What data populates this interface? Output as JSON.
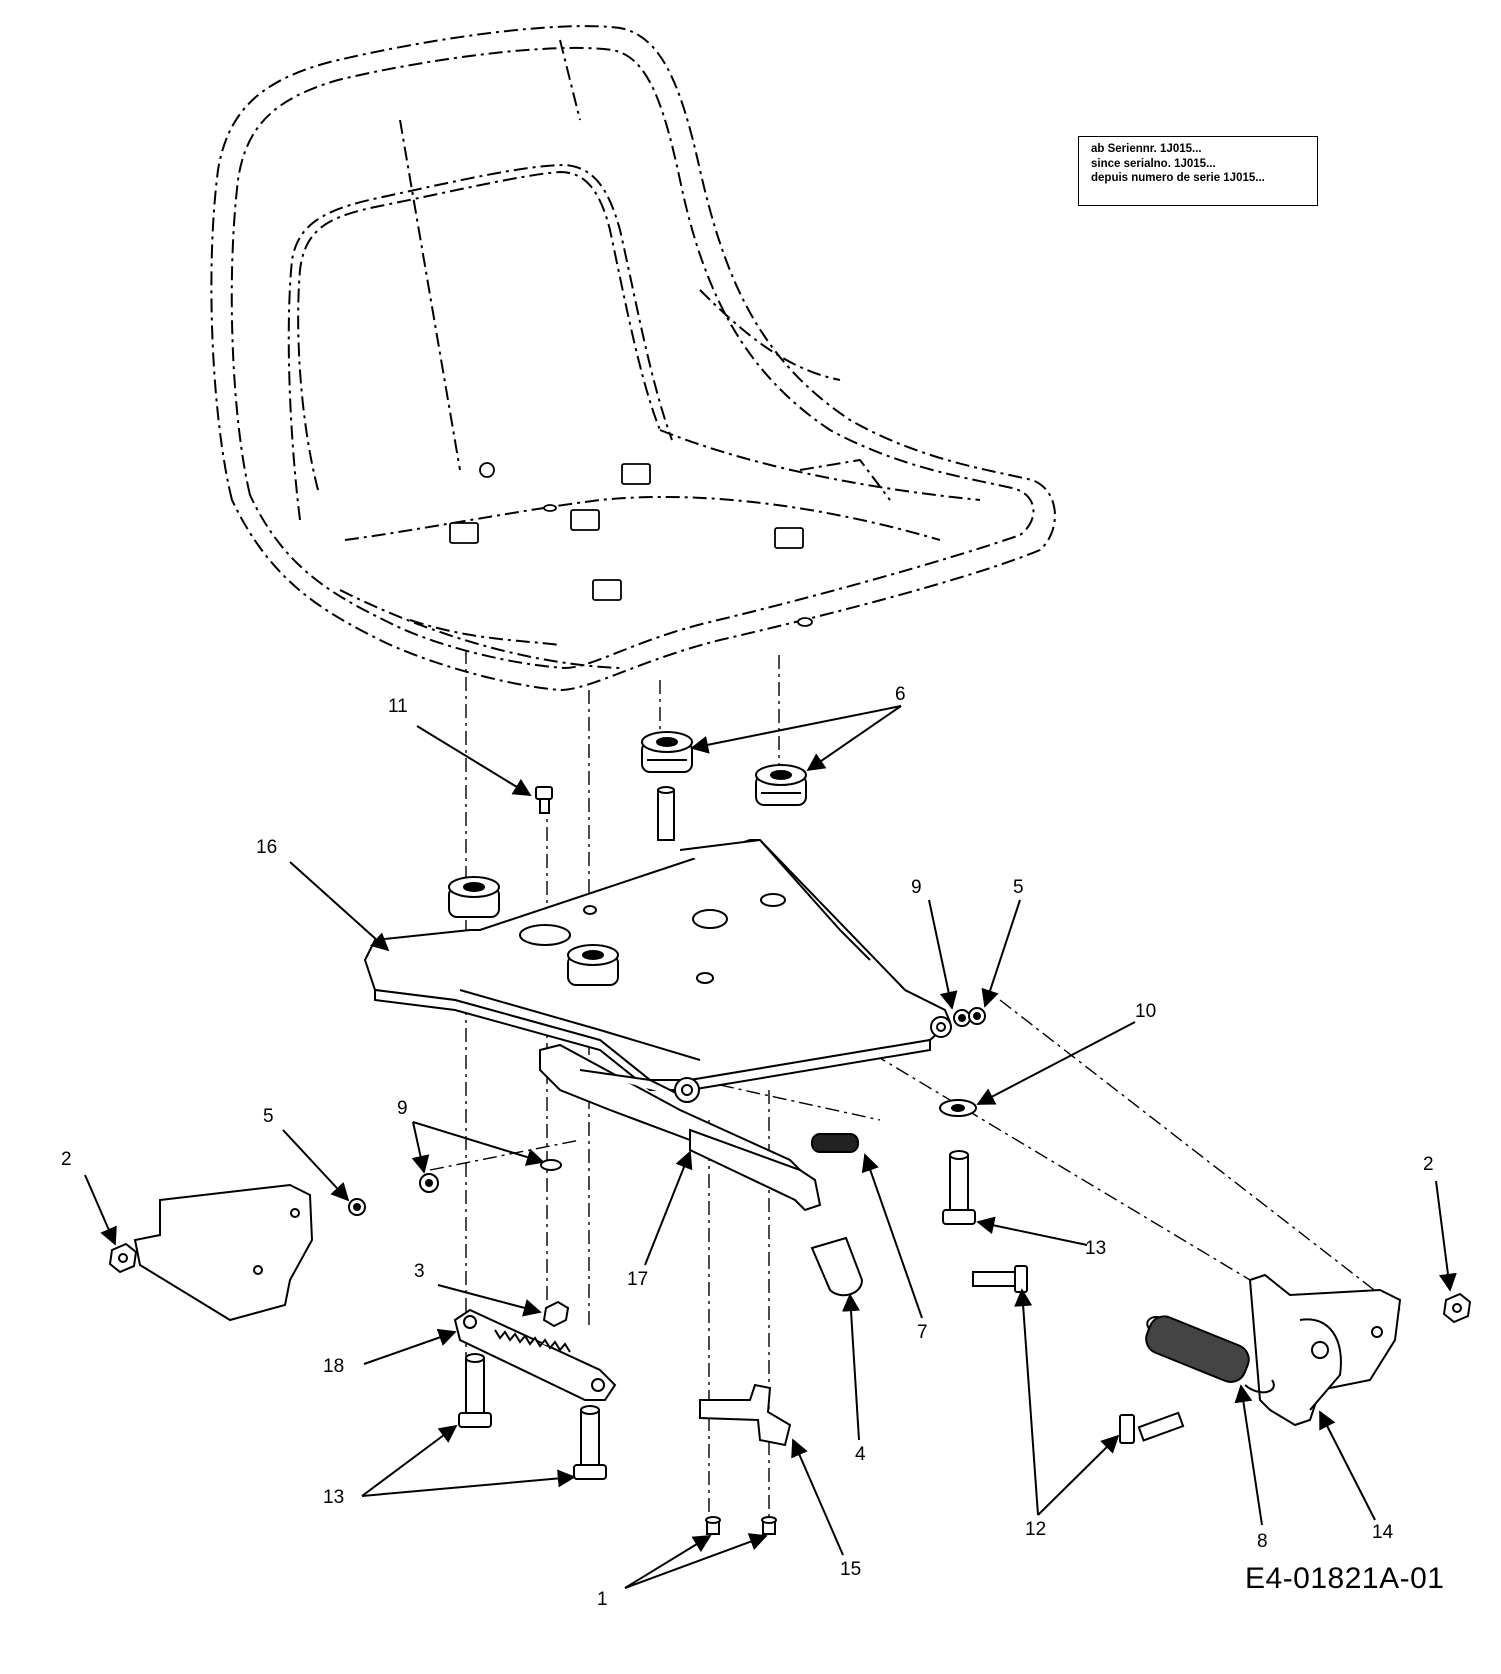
{
  "note": {
    "line1": "ab Seriennr. 1J015...",
    "line2": "since serialno. 1J015...",
    "line3": "depuis numero de serie 1J015..."
  },
  "drawing_number": "E4-01821A-01",
  "callouts": {
    "c1": "1",
    "c2a": "2",
    "c2b": "2",
    "c3": "3",
    "c4": "4",
    "c5a": "5",
    "c5b": "5",
    "c6": "6",
    "c7": "7",
    "c8": "8",
    "c9a": "9",
    "c9b": "9",
    "c10": "10",
    "c11": "11",
    "c12": "12",
    "c13a": "13",
    "c13b": "13",
    "c14": "14",
    "c15": "15",
    "c16": "16",
    "c17": "17",
    "c18": "18"
  }
}
